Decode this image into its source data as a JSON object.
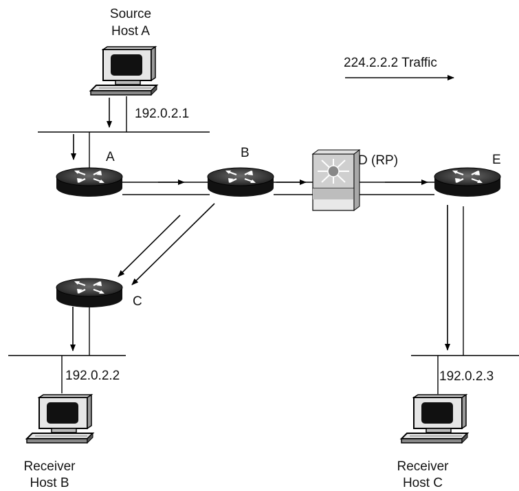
{
  "source_host": {
    "line1": "Source",
    "line2": "Host A",
    "ip": "192.0.2.1"
  },
  "receiver_b": {
    "line1": "Receiver",
    "line2": "Host B",
    "ip": "192.0.2.2"
  },
  "receiver_c": {
    "line1": "Receiver",
    "line2": "Host C",
    "ip": "192.0.2.3"
  },
  "routers": {
    "a": "A",
    "b": "B",
    "c": "C",
    "d": "D (RP)",
    "e": "E"
  },
  "legend": {
    "traffic": "224.2.2.2 Traffic"
  }
}
